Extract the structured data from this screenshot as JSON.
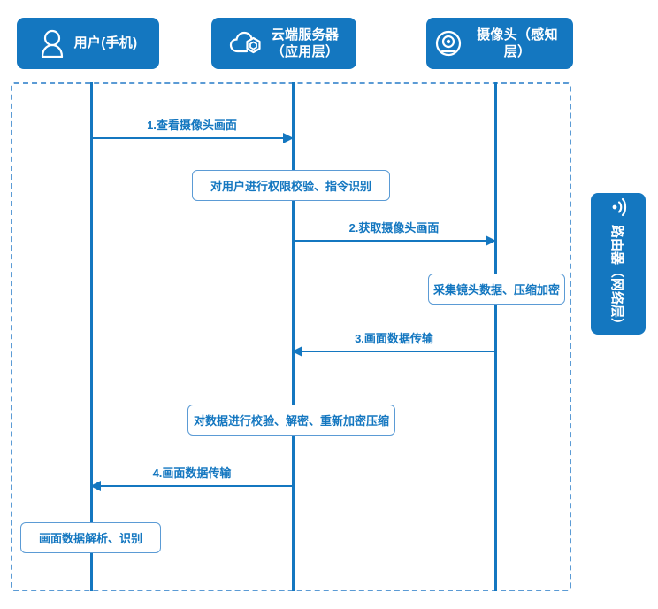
{
  "diagram": {
    "type": "sequence-diagram",
    "accent_color": "#1477c0",
    "frame_color": "#5b9bd5",
    "background": "#ffffff"
  },
  "actors": [
    {
      "id": "user",
      "label": "用户(手机)",
      "icon": "person-icon"
    },
    {
      "id": "server",
      "label": "云端服务器\n（应用层）",
      "icon": "cloud-icon"
    },
    {
      "id": "camera",
      "label": "摄像头（感知层）",
      "icon": "camera-icon"
    }
  ],
  "side_node": {
    "id": "router",
    "label": "路由器（网络层）",
    "icon": "wifi-icon",
    "orientation": "rotated-90"
  },
  "messages": [
    {
      "seq": "1",
      "label": "1.查看摄像头画面",
      "from": "user",
      "to": "server",
      "direction": "right"
    },
    {
      "seq": "2",
      "label": "2.获取摄像头画面",
      "from": "server",
      "to": "camera",
      "direction": "right"
    },
    {
      "seq": "3",
      "label": "3.画面数据传输",
      "from": "camera",
      "to": "server",
      "direction": "left"
    },
    {
      "seq": "4",
      "label": "4.画面数据传输",
      "from": "server",
      "to": "user",
      "direction": "left"
    }
  ],
  "processes": [
    {
      "id": "p1",
      "label": "对用户进行权限校验、指令识别",
      "on": "server"
    },
    {
      "id": "p2",
      "label": "采集镜头数据、压缩加密",
      "on": "camera"
    },
    {
      "id": "p3",
      "label": "对数据进行校验、解密、重新加密压缩",
      "on": "server"
    },
    {
      "id": "p4",
      "label": "画面数据解析、识别",
      "on": "user"
    }
  ]
}
